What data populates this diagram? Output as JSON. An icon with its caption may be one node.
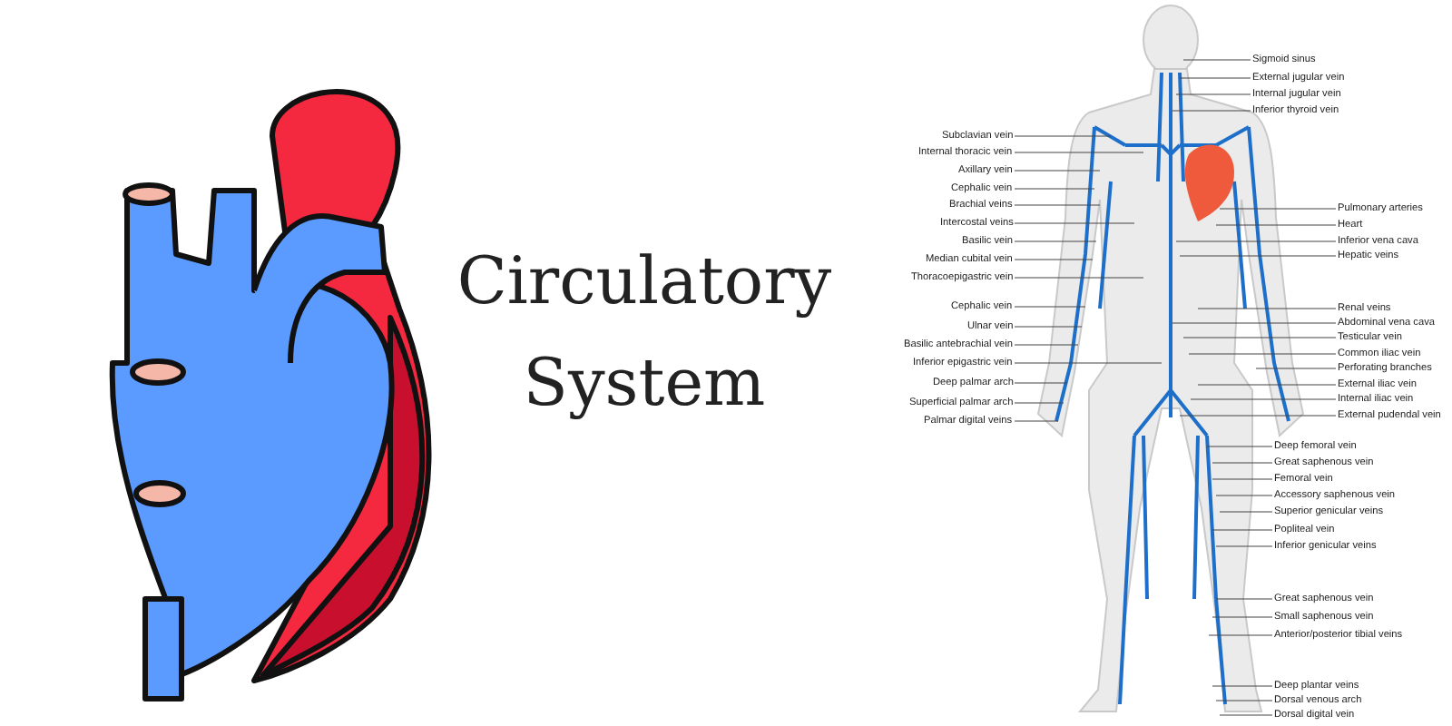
{
  "diagram": {
    "title": "Circulatory System",
    "nodes": [
      {
        "text": [
          "Subclavian vein"
        ]
      },
      {
        "text": [
          "Internal thoracic vein"
        ]
      },
      {
        "text": [
          "Axillary vein"
        ]
      },
      {
        "text": [
          "Cephalic vein"
        ]
      },
      {
        "text": [
          "Brachial veins"
        ]
      },
      {
        "text": [
          "Intercostal veins"
        ]
      },
      {
        "text": [
          "Basilic vein"
        ]
      },
      {
        "text": [
          "Median cubital vein"
        ]
      },
      {
        "text": [
          "Thoracoepigastric vein"
        ]
      },
      {
        "text": [
          "Cephalic vein"
        ]
      },
      {
        "text": [
          "Ulnar vein"
        ]
      },
      {
        "text": [
          "Basilic antebrachial vein"
        ]
      },
      {
        "text": [
          "Inferior epigastric vein"
        ]
      },
      {
        "text": [
          "Deep palmar arch"
        ]
      },
      {
        "text": [
          "Superficial palmar arch"
        ]
      },
      {
        "text": [
          "Palmar digital veins"
        ]
      },
      {
        "text": [
          "Sigmoid sinus"
        ]
      },
      {
        "text": [
          "External jugular vein"
        ]
      },
      {
        "text": [
          "Internal jugular vein"
        ]
      },
      {
        "text": [
          "Inferior thyroid vein"
        ]
      },
      {
        "text": [
          "Pulmonary arteries"
        ]
      },
      {
        "text": [
          "Heart"
        ]
      },
      {
        "text": [
          "Inferior vena cava"
        ]
      },
      {
        "text": [
          "Hepatic veins"
        ]
      },
      {
        "text": [
          "Renal veins"
        ]
      },
      {
        "text": [
          "Abdominal vena cava"
        ]
      },
      {
        "text": [
          "Testicular vein"
        ]
      },
      {
        "text": [
          "Common iliac vein"
        ]
      },
      {
        "text": [
          "Perforating branches"
        ]
      },
      {
        "text": [
          "External iliac vein"
        ]
      },
      {
        "text": [
          "Internal iliac vein"
        ]
      },
      {
        "text": [
          "External pudendal vein"
        ]
      },
      {
        "text": [
          "Deep femoral vein"
        ]
      },
      {
        "text": [
          "Great saphenous vein"
        ]
      },
      {
        "text": [
          "Femoral vein"
        ]
      },
      {
        "text": [
          "Accessory saphenous vein"
        ]
      },
      {
        "text": [
          "Superior genicular veins"
        ]
      },
      {
        "text": [
          "Popliteal vein"
        ]
      },
      {
        "text": [
          "Inferior genicular veins"
        ]
      },
      {
        "text": [
          "Great saphenous vein"
        ]
      },
      {
        "text": [
          "Small saphenous vein"
        ]
      },
      {
        "text": [
          "Anterior/posterior tibial veins"
        ]
      },
      {
        "text": [
          "Deep plantar veins"
        ]
      },
      {
        "text": [
          "Dorsal venous arch"
        ]
      },
      {
        "text": [
          "Dorsal digital vein"
        ]
      }
    ],
    "edges": [
      {
        "from": 0,
        "to": null,
        "arrow": "none"
      },
      {
        "from": 1,
        "to": null,
        "arrow": "none"
      },
      {
        "from": 2,
        "to": null,
        "arrow": "none"
      },
      {
        "from": 3,
        "to": null,
        "arrow": "none"
      },
      {
        "from": 4,
        "to": null,
        "arrow": "none"
      },
      {
        "from": 5,
        "to": null,
        "arrow": "none"
      },
      {
        "from": 6,
        "to": null,
        "arrow": "none"
      },
      {
        "from": 7,
        "to": null,
        "arrow": "none"
      },
      {
        "from": 8,
        "to": null,
        "arrow": "none"
      },
      {
        "from": 9,
        "to": null,
        "arrow": "none"
      },
      {
        "from": 10,
        "to": null,
        "arrow": "none"
      },
      {
        "from": 11,
        "to": null,
        "arrow": "none"
      },
      {
        "from": 12,
        "to": null,
        "arrow": "none"
      },
      {
        "from": 13,
        "to": null,
        "arrow": "none"
      },
      {
        "from": 14,
        "to": null,
        "arrow": "none"
      },
      {
        "from": 15,
        "to": null,
        "arrow": "none"
      },
      {
        "from": 16,
        "to": null,
        "arrow": "none"
      },
      {
        "from": 17,
        "to": null,
        "arrow": "none"
      },
      {
        "from": 18,
        "to": null,
        "arrow": "none"
      },
      {
        "from": 19,
        "to": null,
        "arrow": "none"
      },
      {
        "from": 20,
        "to": null,
        "arrow": "none"
      },
      {
        "from": 21,
        "to": null,
        "arrow": "none"
      },
      {
        "from": 22,
        "to": null,
        "arrow": "none"
      },
      {
        "from": 23,
        "to": null,
        "arrow": "none"
      },
      {
        "from": 24,
        "to": null,
        "arrow": "none"
      },
      {
        "from": 25,
        "to": null,
        "arrow": "none"
      },
      {
        "from": 26,
        "to": null,
        "arrow": "none"
      },
      {
        "from": 27,
        "to": null,
        "arrow": "none"
      },
      {
        "from": 28,
        "to": null,
        "arrow": "none"
      },
      {
        "from": 29,
        "to": null,
        "arrow": "none"
      },
      {
        "from": 30,
        "to": null,
        "arrow": "none"
      },
      {
        "from": 31,
        "to": null,
        "arrow": "none"
      },
      {
        "from": 32,
        "to": null,
        "arrow": "none"
      },
      {
        "from": 33,
        "to": null,
        "arrow": "none"
      },
      {
        "from": 34,
        "to": null,
        "arrow": "none"
      },
      {
        "from": 35,
        "to": null,
        "arrow": "none"
      },
      {
        "from": 36,
        "to": null,
        "arrow": "none"
      },
      {
        "from": 37,
        "to": null,
        "arrow": "none"
      },
      {
        "from": 38,
        "to": null,
        "arrow": "none"
      },
      {
        "from": 39,
        "to": null,
        "arrow": "none"
      },
      {
        "from": 40,
        "to": null,
        "arrow": "none"
      },
      {
        "from": 41,
        "to": null,
        "arrow": "none"
      },
      {
        "from": 42,
        "to": null,
        "arrow": "none"
      },
      {
        "from": 43,
        "to": null,
        "arrow": "none"
      },
      {
        "from": 44,
        "to": null,
        "arrow": "none"
      }
    ]
  }
}
